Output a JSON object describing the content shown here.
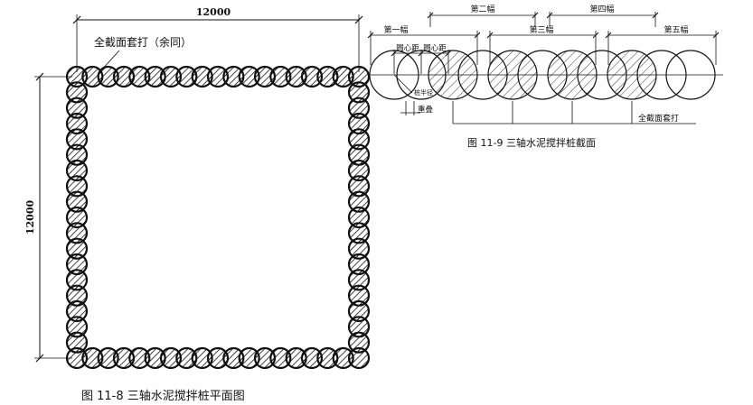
{
  "left_figure": {
    "top_dimension": "12000",
    "side_dimension": "12000",
    "full_section_note": "全截面套打（余同）",
    "caption": "图 11-8 三轴水泥搅拌桩平面图",
    "piles_per_side": 19
  },
  "right_figure": {
    "labels": {
      "run_1": "第一幅",
      "run_2": "第二幅",
      "run_3": "第三幅",
      "run_4": "第四幅",
      "run_5": "第五幅",
      "center_distance_1": "圆心距",
      "center_distance_2": "圆心距",
      "pile_radius": "桩半径",
      "overlap": "重叠",
      "full_section": "全截面套打"
    },
    "caption": "图 11-9 三轴水泥搅拌桩截面"
  }
}
